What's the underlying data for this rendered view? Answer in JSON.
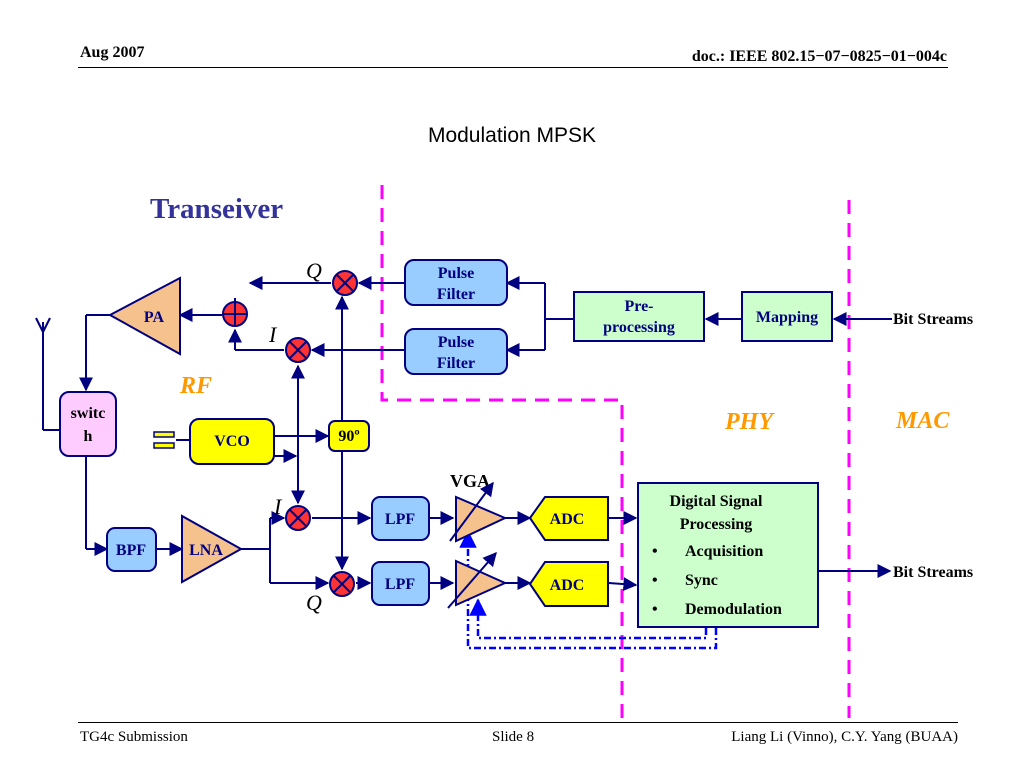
{
  "header": {
    "left": "Aug 2007",
    "right": "doc.: IEEE 802.15−07−0825−01−004c"
  },
  "title": "Modulation MPSK",
  "footer": {
    "left": "TG4c Submission",
    "center": "Slide 8",
    "right": "Liang Li (Vinno), C.Y. Yang (BUAA)"
  },
  "diagram": {
    "heading": "Transeiver",
    "regions": {
      "rf": "RF",
      "phy": "PHY",
      "mac": "MAC"
    },
    "blocks": {
      "pulse_filter_top": [
        "Pulse",
        "Filter"
      ],
      "pulse_filter_bottom": [
        "Pulse",
        "Filter"
      ],
      "pre_processing": [
        "Pre-",
        "processing"
      ],
      "mapping": "Mapping",
      "pa": "PA",
      "switch": [
        "switc",
        "h"
      ],
      "vco": "VCO",
      "phase_shift": "90º",
      "bpf": "BPF",
      "lna": "LNA",
      "lpf_top": "LPF",
      "lpf_bottom": "LPF",
      "vga": "VGA",
      "adc_top": "ADC",
      "adc_bottom": "ADC"
    },
    "dsp": {
      "title": [
        "Digital Signal",
        "Processing"
      ],
      "items": [
        "Acquisition",
        "Sync",
        "Demodulation"
      ]
    },
    "labels": {
      "bit_streams_in": "Bit Streams",
      "bit_streams_out": "Bit Streams",
      "q_tx": "Q",
      "i_tx": "I",
      "i_rx": "I",
      "q_rx": "Q"
    },
    "colors": {
      "wire": "#000080",
      "region_divider": "#ff00ff",
      "agc_feedback": "#0000ff",
      "heading": "#333399",
      "region_label": "#ff9900",
      "filter_fill": "#99ccff",
      "green_fill": "#ccffcc",
      "amp_fill": "#f5c28e",
      "yellow_fill": "#ffff00",
      "switch_fill": "#ffccff",
      "mixer_fill": "#ff3333"
    }
  }
}
